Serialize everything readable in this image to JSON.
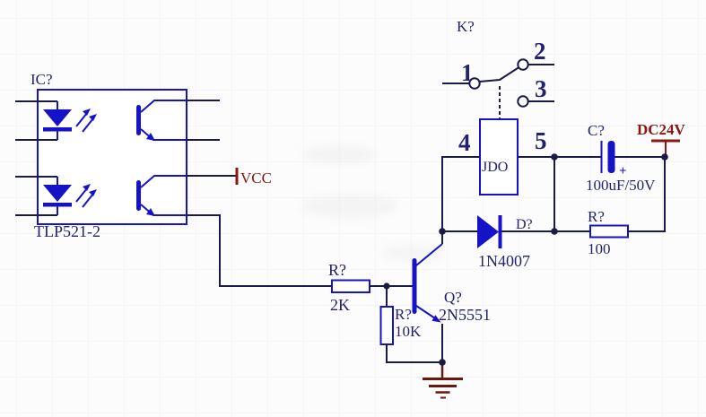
{
  "colors": {
    "background": "#fcfcfc",
    "grid": "#eeeeee",
    "component_blue": "#1512c8",
    "wire": "#1a1a46",
    "label_text": "#22226e",
    "power_red": "#8c1710",
    "ground_maroon": "#67190f"
  },
  "components": {
    "optocoupler": {
      "designator": "IC?",
      "part": "TLP521-2"
    },
    "power": {
      "vcc": "VCC",
      "rail": "DC24V"
    },
    "relay": {
      "designator": "K?",
      "coil": "JDO",
      "pin1": "1",
      "pin2": "2",
      "pin3": "3",
      "pin4": "4",
      "pin5": "5"
    },
    "capacitor": {
      "designator": "C?",
      "value": "100uF/50V",
      "polarity": "+"
    },
    "diode": {
      "designator": "D?",
      "part": "1N4007"
    },
    "resistor_base": {
      "designator": "R?",
      "value": "2K"
    },
    "resistor_pulldown": {
      "designator": "R?",
      "value": "10K"
    },
    "resistor_load": {
      "designator": "R?",
      "value": "100"
    },
    "transistor": {
      "designator": "Q?",
      "part": "2N5551"
    }
  }
}
